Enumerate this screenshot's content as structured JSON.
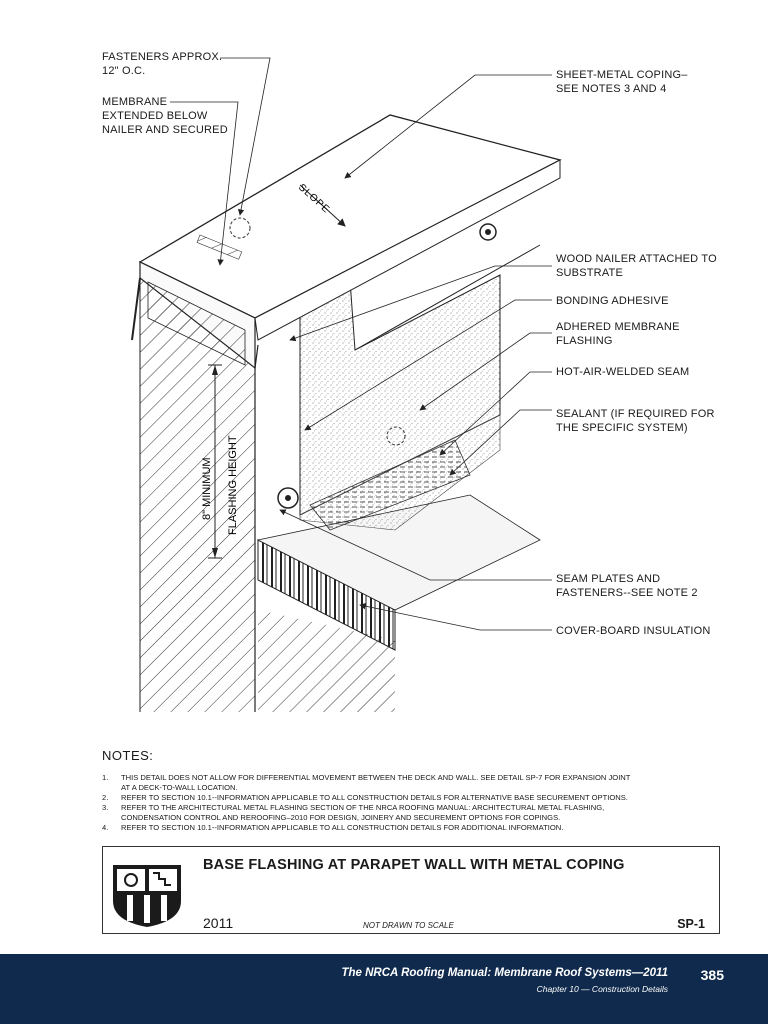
{
  "callouts": {
    "fasteners": "FASTENERS APPROX.\n12\" O.C.",
    "membrane_extended": "MEMBRANE\nEXTENDED BELOW\nNAILER AND SECURED",
    "sheet_metal_coping": "SHEET-METAL COPING–\nSEE NOTES 3 AND 4",
    "wood_nailer": "WOOD NAILER ATTACHED TO\nSUBSTRATE",
    "bonding_adhesive": "BONDING ADHESIVE",
    "adhered_membrane": "ADHERED MEMBRANE\nFLASHING",
    "hot_air_seam": "HOT-AIR-WELDED SEAM",
    "sealant": "SEALANT (IF REQUIRED FOR\nTHE SPECIFIC SYSTEM)",
    "seam_plates": "SEAM PLATES AND\nFASTENERS--SEE NOTE 2",
    "cover_board": "COVER-BOARD INSULATION"
  },
  "drawing_labels": {
    "slope": "SLOPE",
    "flashing_height_1": "8\" MINIMUM",
    "flashing_height_2": "FLASHING HEIGHT"
  },
  "notes": {
    "heading": "NOTES:",
    "items": [
      {
        "num": "1.",
        "text": "THIS DETAIL DOES NOT ALLOW FOR DIFFERENTIAL MOVEMENT BETWEEN THE DECK AND WALL.  SEE DETAIL SP-7 FOR EXPANSION JOINT\nAT A DECK-TO-WALL LOCATION."
      },
      {
        "num": "2.",
        "text": "REFER TO SECTION 10.1--INFORMATION APPLICABLE TO ALL CONSTRUCTION DETAILS FOR ALTERNATIVE BASE SECUREMENT OPTIONS."
      },
      {
        "num": "3.",
        "text": "REFER TO THE ARCHITECTURAL METAL FLASHING SECTION OF THE NRCA ROOFING MANUAL: ARCHITECTURAL METAL FLASHING,\nCONDENSATION CONTROL AND REROOFING–2010 FOR DESIGN, JOINERY AND SECUREMENT OPTIONS FOR COPINGS."
      },
      {
        "num": "4.",
        "text": "REFER TO SECTION 10.1--INFORMATION APPLICABLE TO ALL CONSTRUCTION DETAILS FOR ADDITIONAL INFORMATION."
      }
    ]
  },
  "title_block": {
    "title": "BASE FLASHING AT PARAPET WALL WITH METAL COPING",
    "year": "2011",
    "scale": "NOT DRAWN TO SCALE",
    "code": "SP-1"
  },
  "footer": {
    "title": "The NRCA Roofing Manual: Membrane Roof Systems—2011",
    "subtitle": "Chapter 10 — Construction Details",
    "page": "385",
    "background": "#0f2a4c"
  }
}
